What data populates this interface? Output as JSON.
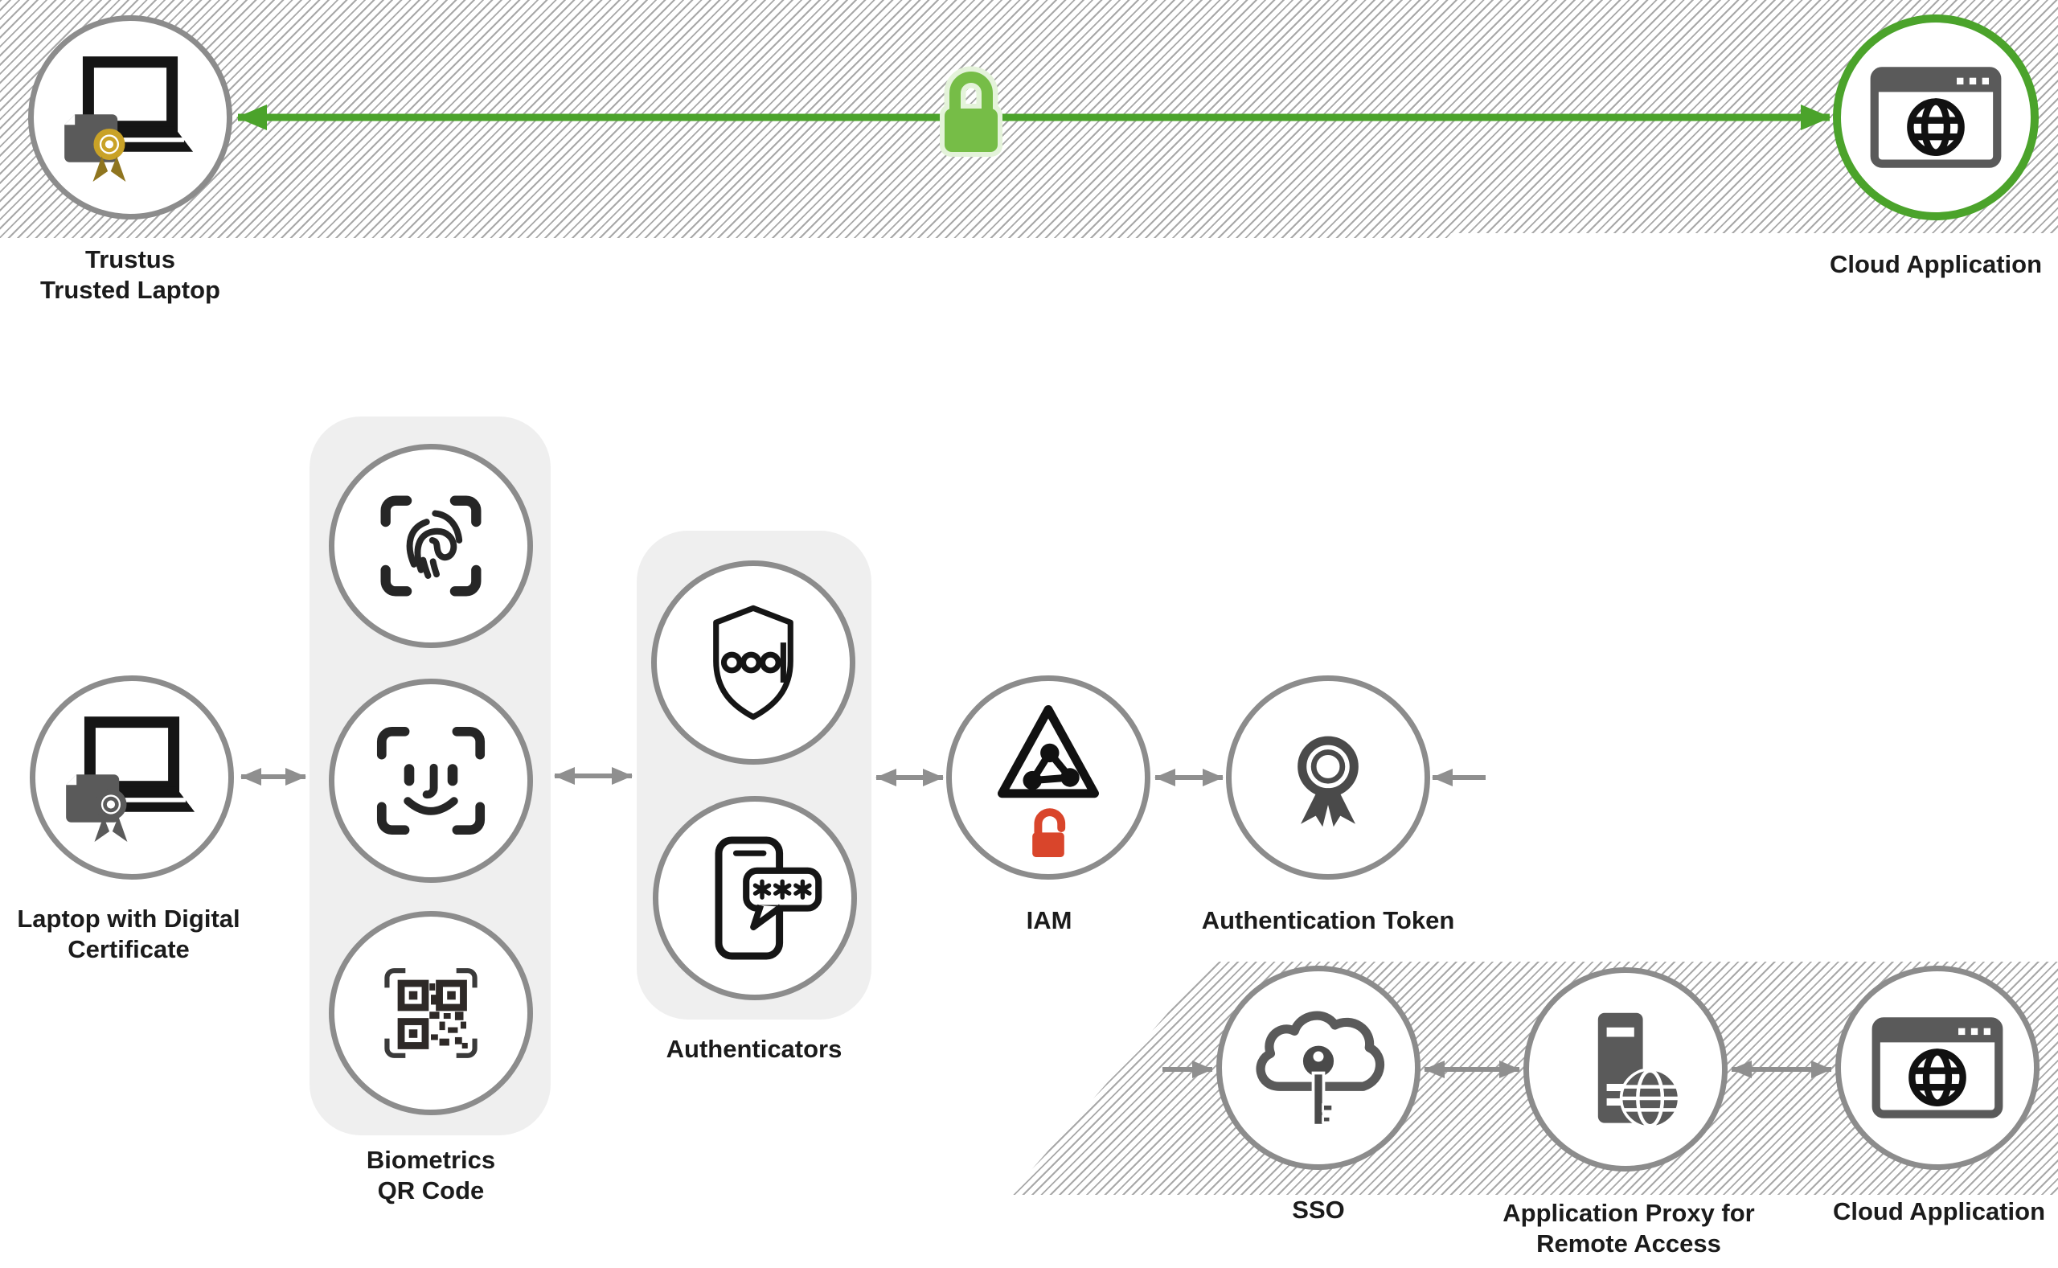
{
  "diagram": {
    "type": "security-architecture-flow",
    "rows": [
      "trusted-device-to-cloud",
      "authentication-methods-chain",
      "sso-remote-access-chain"
    ]
  },
  "colors": {
    "accent_green": "#4ba32b",
    "lock_green": "#76bd47",
    "lock_green_outline": "#e4f3da",
    "circle_border_gray": "#8c8c8c",
    "arrow_gray": "#8f8f8f",
    "hatch_gray": "#a8a8a8",
    "group_background": "#efefef",
    "icon_dark_gray": "#5a5a5a",
    "icon_black": "#151515",
    "alert_red": "#d9452b",
    "rosette_gold": "#c9a227",
    "label_text": "#1b1b1b"
  },
  "nodes": {
    "trustus": {
      "line1": "Trustus",
      "line2": "Trusted Laptop",
      "icon": "laptop-certificate-gold-icon"
    },
    "cloud_app_top": {
      "label": "Cloud Application",
      "icon": "browser-globe-icon"
    },
    "laptop_digital_cert": {
      "line1": "Laptop with Digital",
      "line2": "Certificate",
      "icon": "laptop-certificate-icon"
    },
    "biometrics": {
      "line1": "Biometrics",
      "line2": "QR Code",
      "icons": [
        "fingerprint-scan-icon",
        "face-id-icon",
        "qr-code-scan-icon"
      ]
    },
    "authenticators": {
      "label": "Authenticators",
      "icons": [
        "password-shield-icon",
        "phone-otp-icon"
      ]
    },
    "iam": {
      "label": "IAM",
      "icon": "iam-warning-network-icon",
      "badge": "unlocked-padlock-icon"
    },
    "auth_token": {
      "label": "Authentication Token",
      "icon": "award-ribbon-icon"
    },
    "sso": {
      "label": "SSO",
      "icon": "cloud-key-icon"
    },
    "app_proxy": {
      "line1": "Application Proxy for",
      "line2": "Remote Access",
      "icon": "server-globe-icon"
    },
    "cloud_app_bottom": {
      "label": "Cloud Application",
      "icon": "browser-globe-icon"
    }
  },
  "connectors": {
    "secure_link": {
      "style": "green-double-arrow",
      "badge": "padlock-icon",
      "from": "cloud_app_top",
      "to": "trustus"
    },
    "gray_links": [
      {
        "from": "biometrics",
        "to": "laptop_digital_cert",
        "style": "double-arrow"
      },
      {
        "from": "authenticators",
        "to": "biometrics",
        "style": "double-arrow"
      },
      {
        "from": "iam",
        "to": "authenticators",
        "style": "double-arrow"
      },
      {
        "from": "auth_token",
        "to": "iam",
        "style": "double-arrow"
      },
      {
        "from": "band-edge",
        "to": "auth_token",
        "style": "single-arrow"
      },
      {
        "from": "band-edge",
        "to": "sso",
        "style": "single-arrow"
      },
      {
        "from": "sso",
        "to": "app_proxy",
        "style": "double-arrow"
      },
      {
        "from": "app_proxy",
        "to": "cloud_app_bottom",
        "style": "double-arrow"
      }
    ]
  }
}
